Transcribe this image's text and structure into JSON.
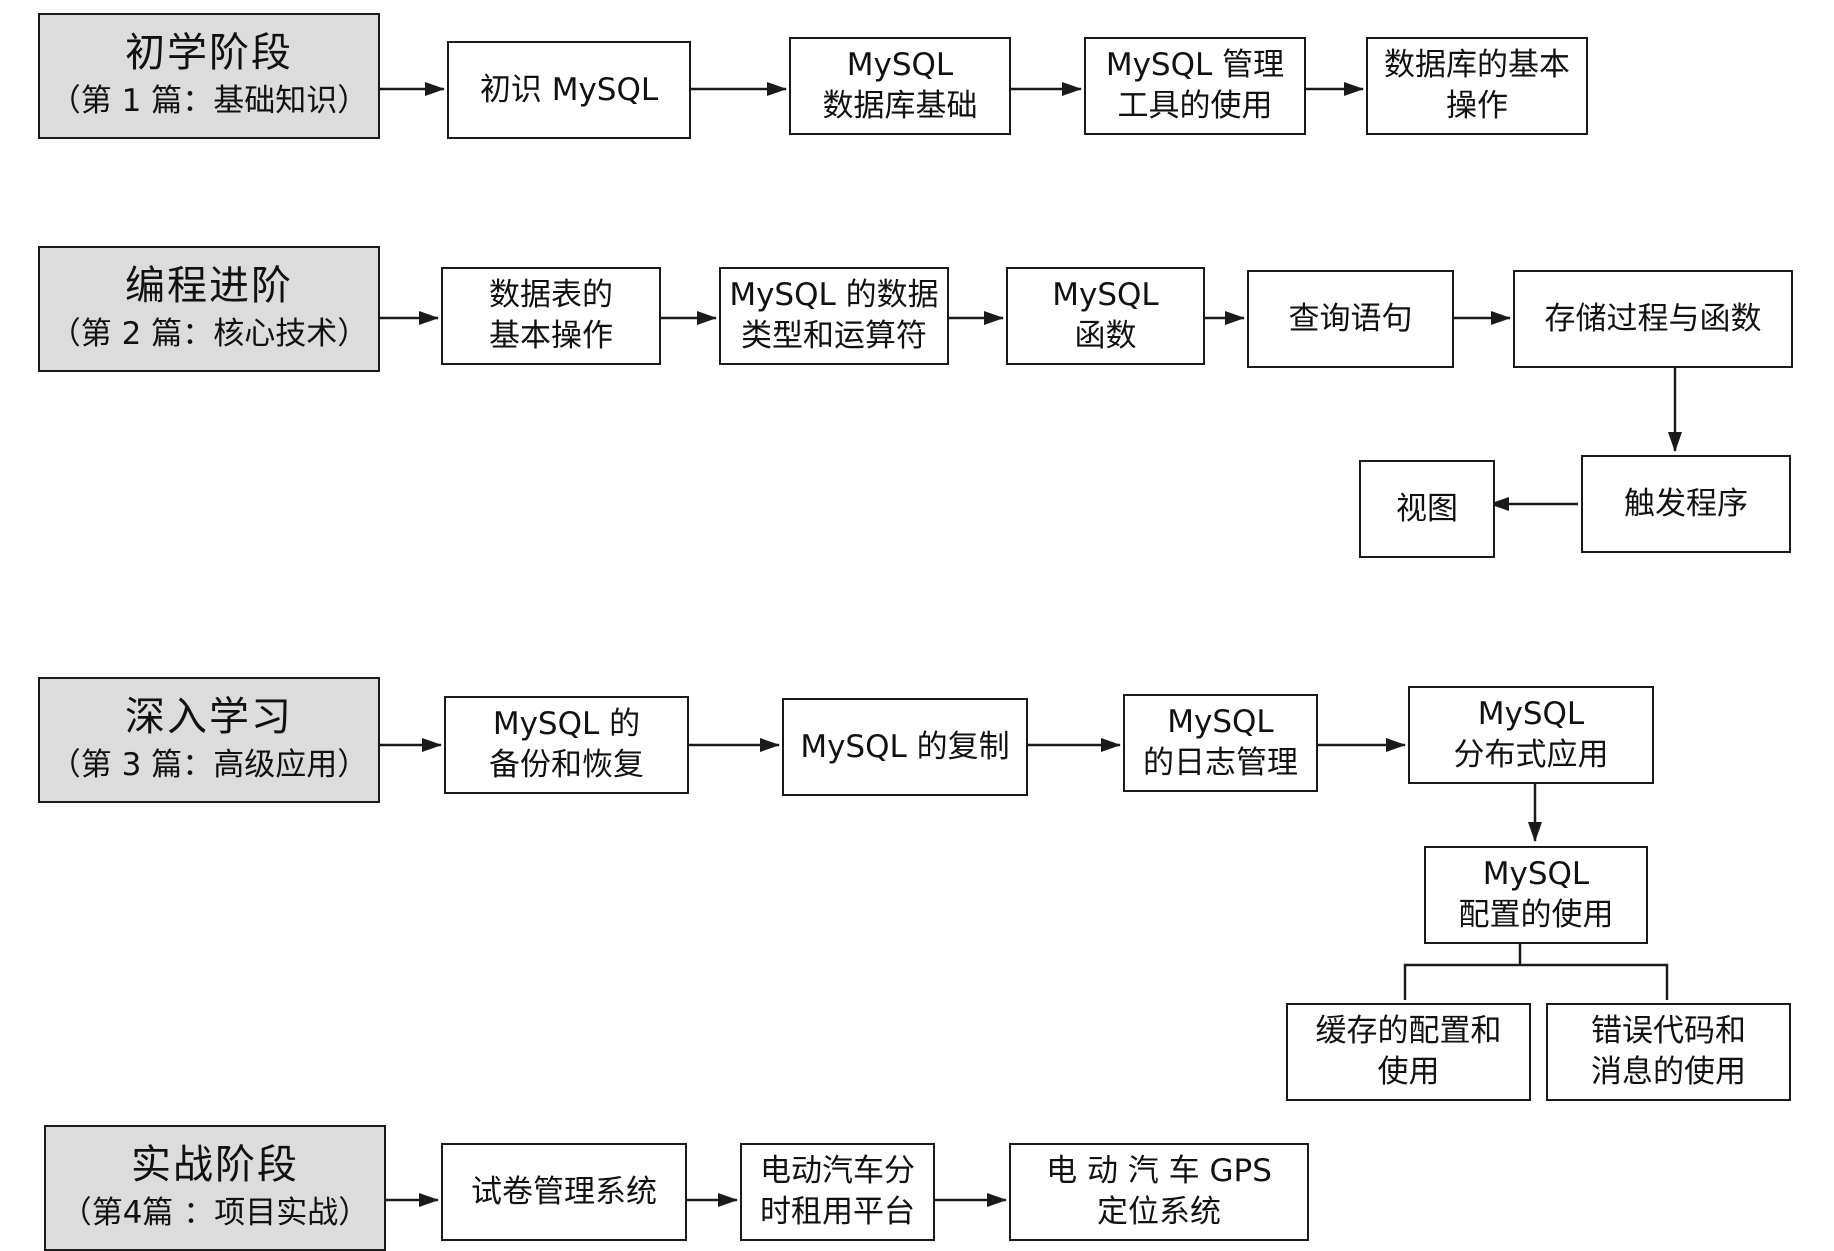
{
  "stages": [
    {
      "title": "初学阶段",
      "subtitle": "（第 1 篇：基础知识）"
    },
    {
      "title": "编程进阶",
      "subtitle": "（第 2 篇：核心技术）"
    },
    {
      "title": "深入学习",
      "subtitle": "（第 3 篇：高级应用）"
    },
    {
      "title": "实战阶段",
      "subtitle": "（第4篇 ：项目实战）"
    }
  ],
  "steps": {
    "intro_mysql": [
      "初识 MySQL"
    ],
    "db_basics": [
      "MySQL",
      "数据库基础"
    ],
    "mgmt_tools": [
      "MySQL 管理",
      "工具的使用"
    ],
    "db_ops": [
      "数据库的基本",
      "操作"
    ],
    "table_ops": [
      "数据表的",
      "基本操作"
    ],
    "types_ops": [
      "MySQL 的数据",
      "类型和运算符"
    ],
    "functions": [
      "MySQL",
      "函数"
    ],
    "queries": [
      "查询语句"
    ],
    "procedures": [
      "存储过程与函数"
    ],
    "triggers": [
      "触发程序"
    ],
    "views": [
      "视图"
    ],
    "backup": [
      "MySQL 的",
      "备份和恢复"
    ],
    "replication": [
      "MySQL 的复制"
    ],
    "logs": [
      "MySQL",
      "的日志管理"
    ],
    "distributed": [
      "MySQL",
      "分布式应用"
    ],
    "config": [
      "MySQL",
      "配置的使用"
    ],
    "cache": [
      "缓存的配置和",
      "使用"
    ],
    "errors": [
      "错误代码和",
      "消息的使用"
    ],
    "exam_system": [
      "试卷管理系统"
    ],
    "ev_rental": [
      "电动汽车分",
      "时租用平台"
    ],
    "ev_gps": [
      "电 动 汽 车 GPS",
      "定位系统"
    ]
  }
}
